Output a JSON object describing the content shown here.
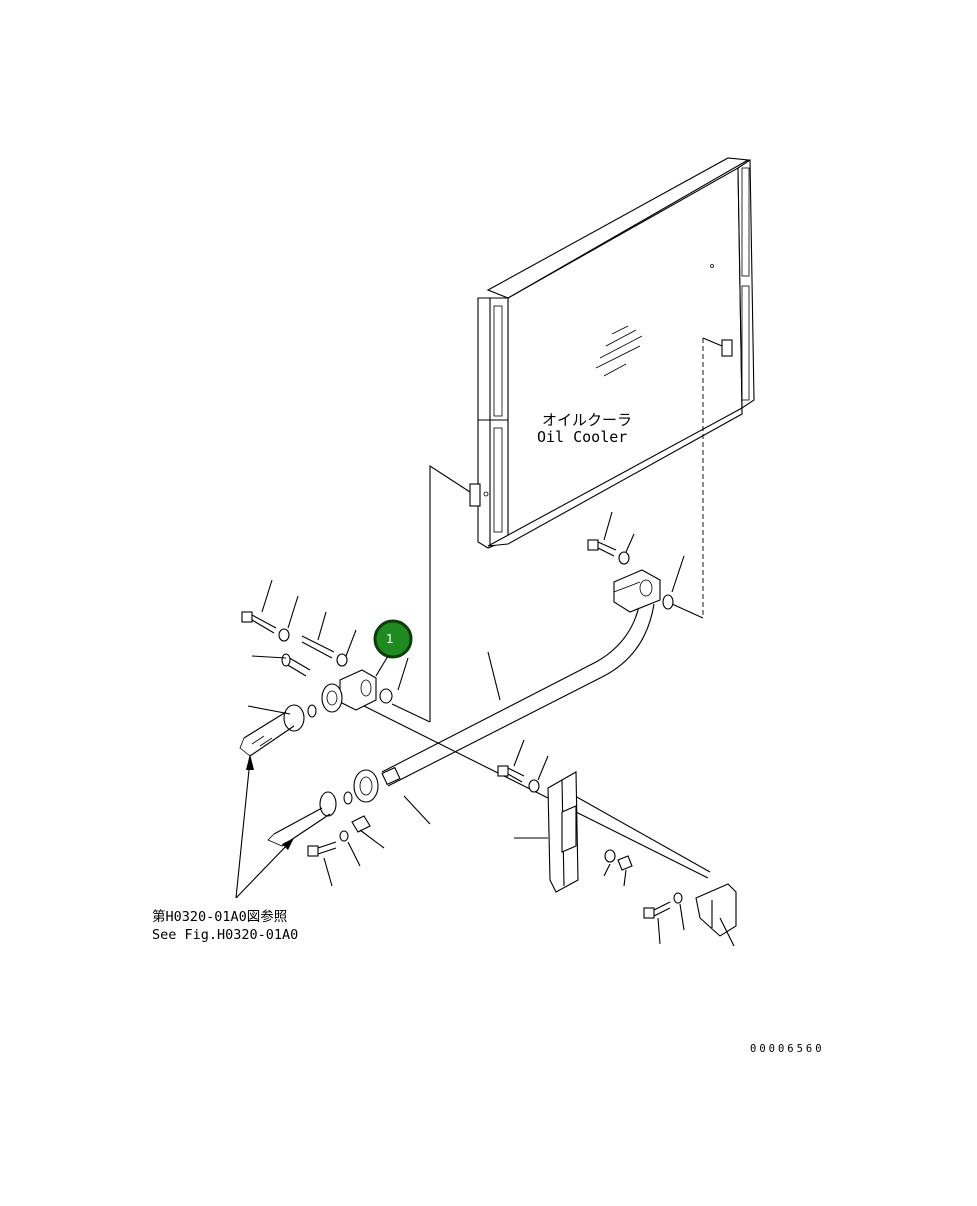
{
  "labels": {
    "cooler_jp": "オイルクーラ",
    "cooler_en": "Oil Cooler",
    "ref_jp": "第H0320-01A0図参照",
    "ref_en": "See Fig.H0320-01A0",
    "figure_no": "00006560"
  },
  "callouts": [
    {
      "number": "1",
      "color": "#1f8a1f"
    }
  ],
  "colors": {
    "line": "#000000",
    "background": "#ffffff",
    "callout_fill": "#1f8a1f",
    "callout_ring": "#0d3d0d"
  }
}
